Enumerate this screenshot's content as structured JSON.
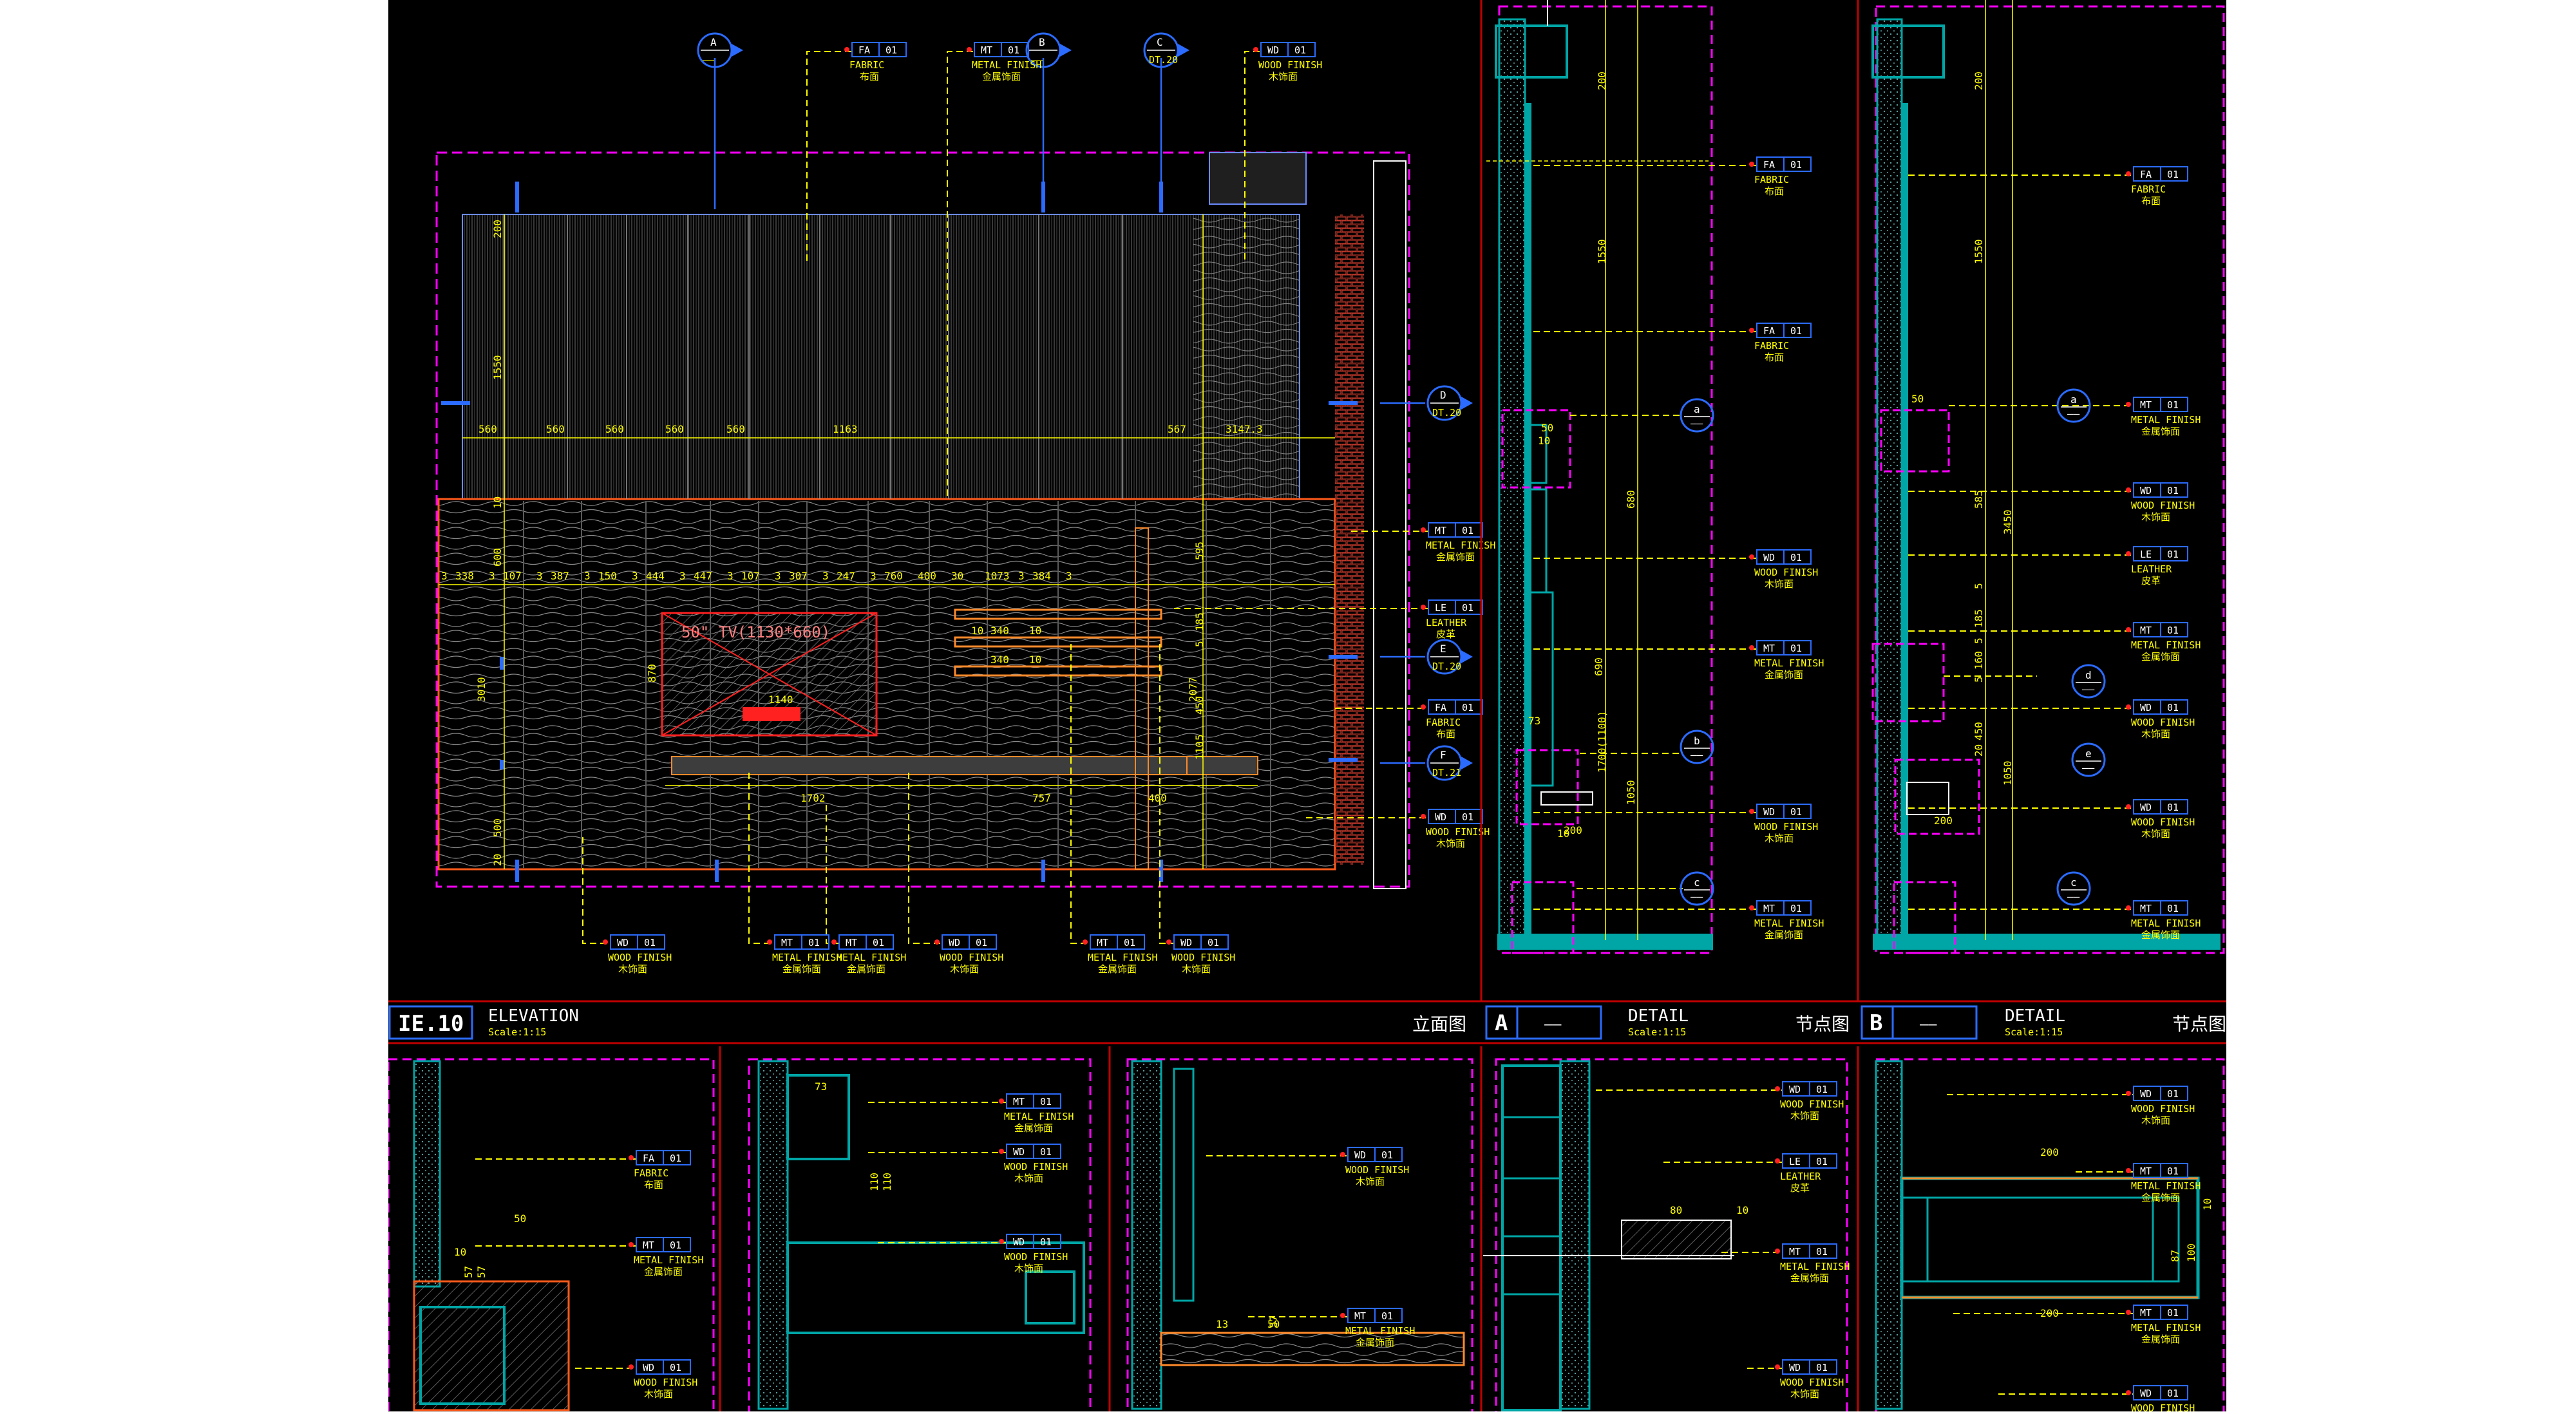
{
  "title_blocks": [
    {
      "id": "IE.10",
      "title": "ELEVATION",
      "scale": "Scale:1:15",
      "cn": "立面图"
    },
    {
      "id": "A",
      "sub": "——",
      "title": "DETAIL",
      "scale": "Scale:1:15",
      "cn": "节点图"
    },
    {
      "id": "B",
      "sub": "——",
      "title": "DETAIL",
      "scale": "Scale:1:15",
      "cn": "节点图"
    }
  ],
  "section_markers": [
    {
      "letter": "A",
      "sheet": "——"
    },
    {
      "letter": "B",
      "sheet": "——"
    },
    {
      "letter": "C",
      "sheet": "DT.20"
    },
    {
      "letter": "D",
      "sheet": "DT.20"
    },
    {
      "letter": "E",
      "sheet": "DT.20"
    },
    {
      "letter": "F",
      "sheet": "DT.21"
    }
  ],
  "detail_bubbles": [
    "a",
    "b",
    "c",
    "d",
    "e"
  ],
  "tv_label": "50\" TV(1130*660)",
  "materials": {
    "fabric": {
      "code": "FA",
      "num": "01",
      "en": "FABRIC",
      "cn": "布面"
    },
    "metal": {
      "code": "MT",
      "num": "01",
      "en": "METAL FINISH",
      "cn": "金属饰面"
    },
    "wood": {
      "code": "WD",
      "num": "01",
      "en": "WOOD FINISH",
      "cn": "木饰面"
    },
    "leather": {
      "code": "LE",
      "num": "01",
      "en": "LEATHER",
      "cn": "皮革"
    }
  },
  "dimensions": {
    "top_row": [
      "560",
      "560",
      "560",
      "560",
      "560",
      "1163",
      "567",
      "3147.3"
    ],
    "mid_row": [
      "3",
      "338",
      "3",
      "107",
      "3",
      "387",
      "3",
      "150",
      "3",
      "444",
      "3",
      "447",
      "3",
      "107",
      "3",
      "307",
      "3",
      "247",
      "3",
      "760",
      "400",
      "30",
      "1073",
      "3",
      "384",
      "3"
    ],
    "tv_width": "1140",
    "bottom_row": [
      "1702",
      "757",
      "400"
    ],
    "vertical": [
      "200",
      "1550",
      "10",
      "600",
      "595",
      "185",
      "5",
      "450",
      "5",
      "110",
      "500",
      "3010",
      "20",
      "2077",
      "870"
    ],
    "shelves": [
      "10",
      "340",
      "10",
      "340",
      "10"
    ],
    "detail_a": [
      "200",
      "1550",
      "50",
      "10",
      "680",
      "690",
      "1050",
      "10",
      "73",
      "200",
      "1700(1100)"
    ],
    "detail_b": [
      "200",
      "1550",
      "50",
      "585",
      "3450",
      "5",
      "185",
      "5",
      "160",
      "5",
      "450",
      "20",
      "1050",
      "200"
    ],
    "lower": [
      "50",
      "10",
      "57",
      "57",
      "73",
      "110",
      "110",
      "13",
      "57",
      "80",
      "10",
      "200",
      "200",
      "87",
      "100",
      "10",
      "50"
    ]
  }
}
